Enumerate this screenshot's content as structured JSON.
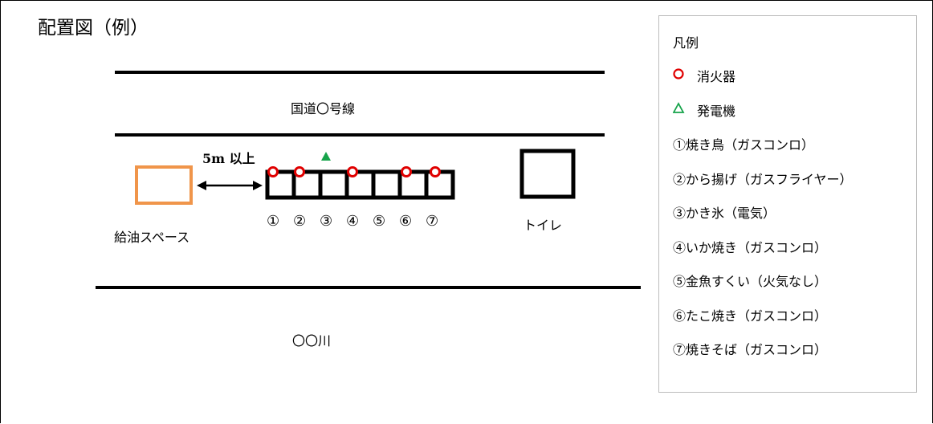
{
  "title": "配置図（例）",
  "road_label": "国道〇号線",
  "river_label": "〇〇川",
  "distance_label": "5m 以上",
  "fuel_label": "給油スペース",
  "toilet_label": "トイレ",
  "stall_numbers": [
    "①",
    "②",
    "③",
    "④",
    "⑤",
    "⑥",
    "⑦"
  ],
  "legend": {
    "title": "凡例",
    "extinguisher": "消火器",
    "generator": "発電機",
    "items": [
      "①焼き鳥（ガスコンロ）",
      "②から揚げ（ガスフライヤー）",
      "③かき氷（電気）",
      "④いか焼き（ガスコンロ）",
      "⑤金魚すくい（火気なし）",
      "⑥たこ焼き（ガスコンロ）",
      "⑦焼きそば（ガスコンロ）"
    ]
  },
  "colors": {
    "extinguisher": "#e00000",
    "generator": "#16a34a",
    "fuel_space": "#f0954a"
  }
}
